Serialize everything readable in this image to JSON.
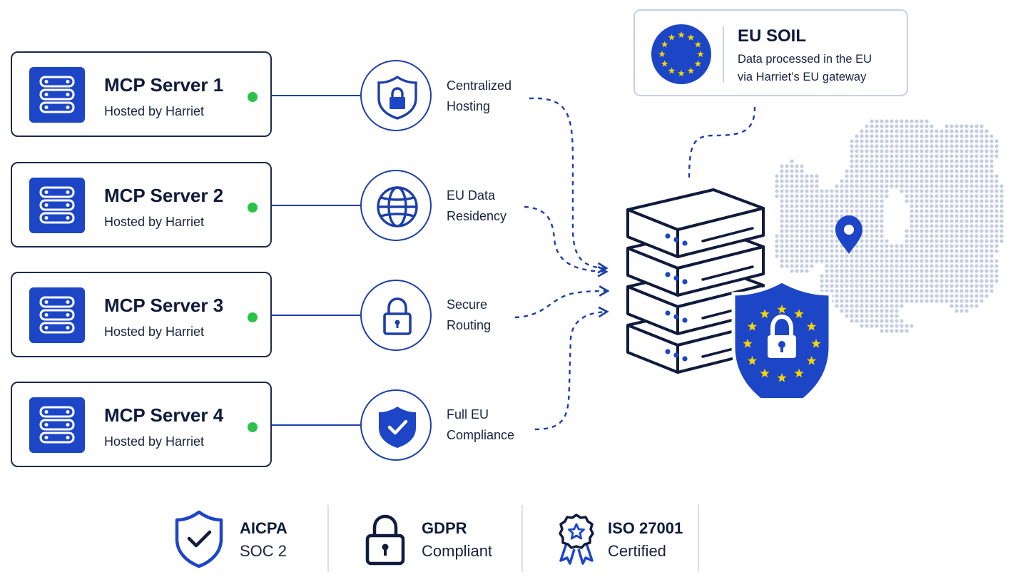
{
  "servers": [
    {
      "title": "MCP Server 1",
      "subtitle": "Hosted by Harriet"
    },
    {
      "title": "MCP Server 2",
      "subtitle": "Hosted by Harriet"
    },
    {
      "title": "MCP Server 3",
      "subtitle": "Hosted by Harriet"
    },
    {
      "title": "MCP Server 4",
      "subtitle": "Hosted by Harriet"
    }
  ],
  "features": [
    {
      "line1": "Centralized",
      "line2": "Hosting",
      "icon": "shield-lock-icon"
    },
    {
      "line1": "EU Data",
      "line2": "Residency",
      "icon": "globe-icon"
    },
    {
      "line1": "Secure",
      "line2": "Routing",
      "icon": "padlock-icon"
    },
    {
      "line1": "Full EU",
      "line2": "Compliance",
      "icon": "shield-check-icon"
    }
  ],
  "eu_box": {
    "title": "EU SOIL",
    "line1": "Data processed in the EU",
    "line2": "via Harriet’s EU gateway"
  },
  "certifications": [
    {
      "title": "AICPA",
      "subtitle": "SOC 2",
      "icon": "shield-check-outline-icon"
    },
    {
      "title": "GDPR",
      "subtitle": "Compliant",
      "icon": "padlock-outline-icon"
    },
    {
      "title": "ISO 27001",
      "subtitle": "Certified",
      "icon": "award-ribbon-icon"
    }
  ],
  "colors": {
    "primary_blue": "#1d46c7",
    "navy": "#0f1a3d",
    "status_green": "#2cc24a",
    "eu_star_yellow": "#f5d400",
    "map_dots": "#c5cde0"
  }
}
